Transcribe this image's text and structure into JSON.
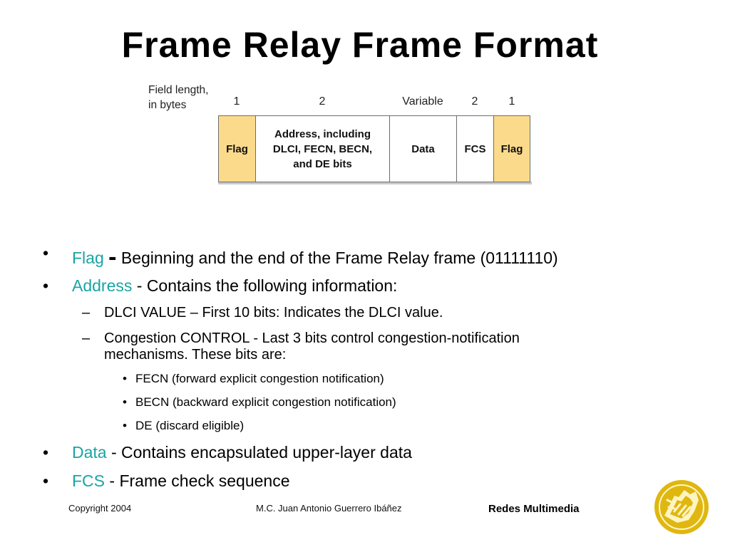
{
  "slide": {
    "title": "Frame Relay Frame Format"
  },
  "diagram": {
    "field_length_label_line1": "Field length,",
    "field_length_label_line2": "in bytes",
    "lengths": [
      "1",
      "2",
      "Variable",
      "2",
      "1"
    ],
    "fields": [
      {
        "line1": "Flag",
        "line2": "",
        "line3": "",
        "color": "#fbdb8b"
      },
      {
        "line1": "Address, including",
        "line2": "DLCI, FECN, BECN,",
        "line3": "and DE bits",
        "color": "#ffffff"
      },
      {
        "line1": "Data",
        "line2": "",
        "line3": "",
        "color": "#ffffff"
      },
      {
        "line1": "FCS",
        "line2": "",
        "line3": "",
        "color": "#ffffff"
      },
      {
        "line1": "Flag",
        "line2": "",
        "line3": "",
        "color": "#fbdb8b"
      }
    ]
  },
  "bullets": {
    "bullet_glyph": "•",
    "dash_glyph": "–",
    "flag": {
      "keyword": "Flag",
      "separator": "-",
      "text": "Beginning and the end of the Frame Relay frame (01111110)"
    },
    "address": {
      "keyword": "Address",
      "text": " - Contains the following information:",
      "sub": [
        {
          "text": "DLCI VALUE – First 10 bits: Indicates the DLCI value."
        },
        {
          "line1": "Congestion CONTROL - Last 3 bits control congestion-notification",
          "line2": "mechanisms. These bits are:"
        }
      ],
      "subsub": [
        "FECN (forward explicit congestion notification)",
        "BECN (backward explicit congestion notification)",
        "DE (discard eligible)"
      ]
    },
    "data": {
      "keyword": "Data",
      "text": " - Contains encapsulated upper-layer data"
    },
    "fcs": {
      "keyword": "FCS",
      "text": " - Frame check sequence"
    }
  },
  "footer": {
    "copyright": "Copyright 2004",
    "author": "M.C. Juan Antonio Guerrero Ibáñez",
    "course": "Redes Multimedia"
  },
  "colors": {
    "keyword": "#1aa4a4",
    "flag_fill": "#fbdb8b",
    "logo": "#e0b70f"
  },
  "logo": {
    "icon": "university-logo-icon"
  }
}
